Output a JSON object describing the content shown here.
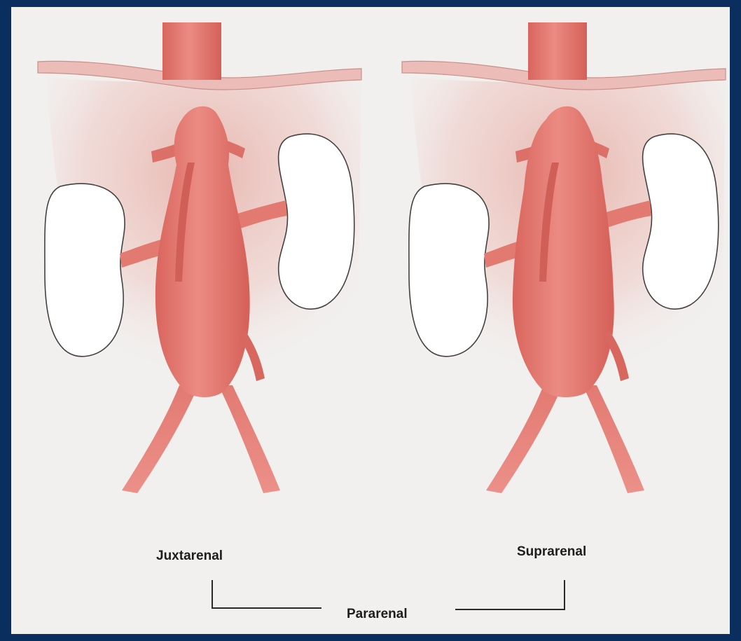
{
  "labels": {
    "left": "Juxtarenal",
    "right": "Suprarenal",
    "bracket": "Pararenal"
  },
  "colors": {
    "page_border": "#0a2f5e",
    "panel_background": "#f1f0ef",
    "vessel": "#e27a72",
    "vessel_dark": "#cf5f57",
    "tissue": "#efcfca",
    "diaphragm": "#ecbdb8",
    "kidney_fill": "#ffffff",
    "outline": "#454040",
    "text": "#1d1d1d"
  },
  "panels": [
    {
      "name": "juxtarenal-panel",
      "label": "Juxtarenal"
    },
    {
      "name": "suprarenal-panel",
      "label": "Suprarenal"
    }
  ]
}
